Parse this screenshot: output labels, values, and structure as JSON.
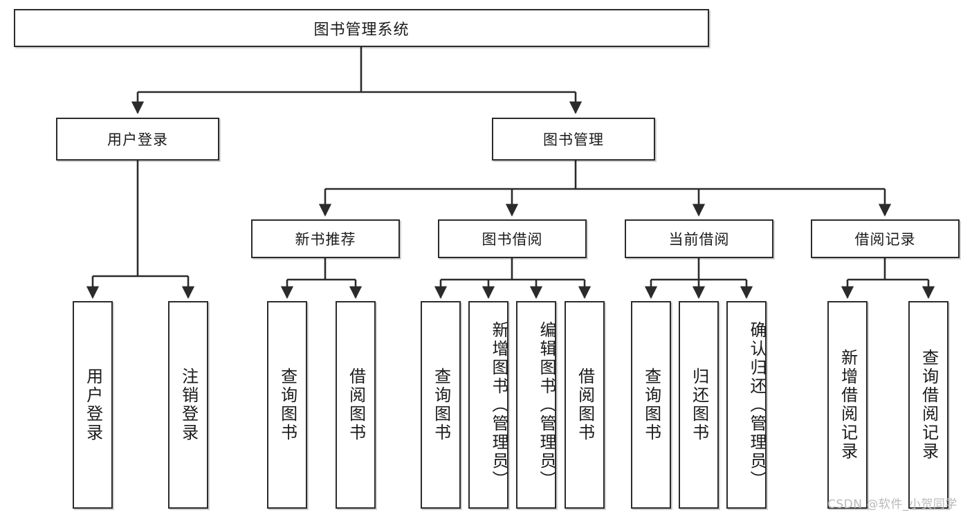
{
  "diagram": {
    "title": "图书管理系统",
    "type": "hierarchy-tree",
    "watermark": "CSDN @软件_小贺同学",
    "colors": {
      "stroke": "#2b2b2b",
      "fill": "#ffffff",
      "text": "#1a1a1a",
      "watermark": "#b9b9b9"
    },
    "nodes": {
      "root": {
        "label": "图书管理系统",
        "level": 1
      },
      "l2": [
        {
          "id": "user-login",
          "label": "用户登录",
          "level": 2
        },
        {
          "id": "book-manage",
          "label": "图书管理",
          "level": 2
        }
      ],
      "l3": [
        {
          "id": "new-book-recommend",
          "label": "新书推荐",
          "level": 3
        },
        {
          "id": "book-borrow",
          "label": "图书借阅",
          "level": 3
        },
        {
          "id": "current-borrow",
          "label": "当前借阅",
          "level": 3
        },
        {
          "id": "borrow-record",
          "label": "借阅记录",
          "level": 3
        }
      ],
      "leaves": {
        "user-login": [
          {
            "id": "leaf-user-login",
            "label": "用户登录"
          },
          {
            "id": "leaf-logout",
            "label": "注销登录"
          }
        ],
        "new-book-recommend": [
          {
            "id": "leaf-query-book-1",
            "label": "查询图书"
          },
          {
            "id": "leaf-borrow-book-1",
            "label": "借阅图书"
          }
        ],
        "book-borrow": [
          {
            "id": "leaf-query-book-2",
            "label": "查询图书"
          },
          {
            "id": "leaf-add-book",
            "label": "新增图书（管理员）"
          },
          {
            "id": "leaf-edit-book",
            "label": "编辑图书（管理员）"
          },
          {
            "id": "leaf-borrow-book-2",
            "label": "借阅图书"
          }
        ],
        "current-borrow": [
          {
            "id": "leaf-query-book-3",
            "label": "查询图书"
          },
          {
            "id": "leaf-return-book",
            "label": "归还图书"
          },
          {
            "id": "leaf-confirm-return",
            "label": "确认归还（管理员）"
          }
        ],
        "borrow-record": [
          {
            "id": "leaf-add-record",
            "label": "新增借阅记录"
          },
          {
            "id": "leaf-query-record",
            "label": "查询借阅记录"
          }
        ]
      }
    }
  }
}
